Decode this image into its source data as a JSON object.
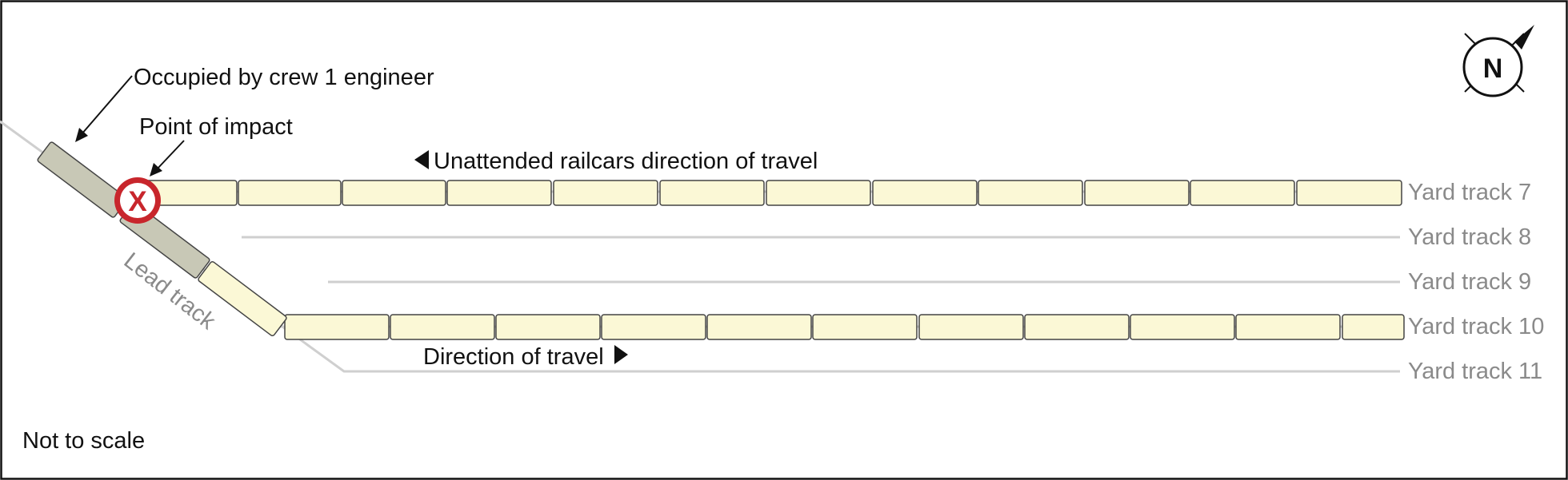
{
  "colors": {
    "frame": "#111111",
    "track_line": "#cfcfcf",
    "railcar_fill": "#fbf8d6",
    "railcar_stroke": "#444444",
    "locomotive_fill": "#c8c8b6",
    "impact_ring": "#c8262c",
    "track_label": "#8a8a8a",
    "text": "#111111"
  },
  "labels": {
    "occupied": "Occupied by crew 1 engineer",
    "impact": "Point of impact",
    "impact_mark": "X",
    "unattended_direction": "Unattended railcars direction of travel",
    "travel_direction": "Direction of travel",
    "lead_track": "Lead track",
    "not_to_scale": "Not to scale",
    "north": "N"
  },
  "tracks": [
    {
      "name": "Yard track 7"
    },
    {
      "name": "Yard track 8"
    },
    {
      "name": "Yard track 9"
    },
    {
      "name": "Yard track 10"
    },
    {
      "name": "Yard track 11"
    }
  ],
  "icons": [
    "compass-icon",
    "arrow-left-icon",
    "arrow-right-icon",
    "impact-x-icon"
  ]
}
